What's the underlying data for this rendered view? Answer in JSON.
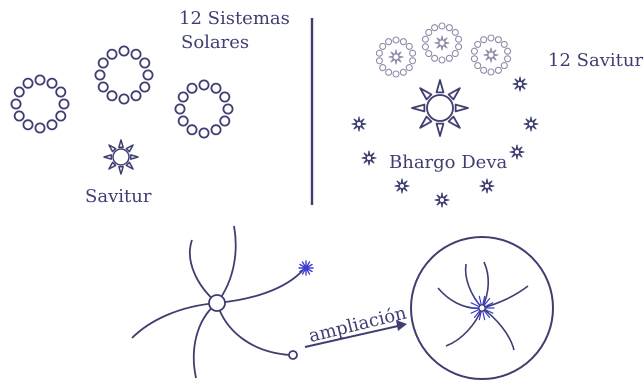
{
  "labels": {
    "sistemas_line1": "12 Sistemas",
    "sistemas_line2": "Solares",
    "savitur": "Savitur",
    "savitur_12": "12 Savitur",
    "bhargo_deva": "Bhargo Deva",
    "ampliacion": "ampliación"
  },
  "colors": {
    "ink": "#3e3e72",
    "soft": "#8d8da8",
    "accent": "#3b3bd0",
    "background": "#ffffff"
  },
  "icons": [
    "planet-ring-icon",
    "sun-icon",
    "galaxy-spiral-icon",
    "arrow-icon"
  ]
}
